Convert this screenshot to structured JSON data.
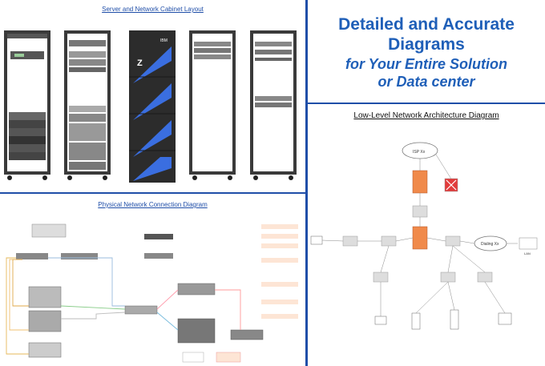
{
  "cabinet_section": {
    "title": "Server and Network Cabinet Layout"
  },
  "headline": {
    "line1": "Detailed and Accurate",
    "line2": "Diagrams",
    "line3": "for Your Entire Solution",
    "line4": "or Data center"
  },
  "lowlevel_section": {
    "title": "Low-Level Network Architecture Diagram"
  },
  "physical_section": {
    "title": "Physical Network Connection Diagram"
  },
  "rack_brand": {
    "text": "IBM",
    "mark": "Z"
  },
  "lld_labels": {
    "cloud_top": "ISP Xx",
    "cloud_right": "Dialing Xx",
    "lan": "LAN"
  },
  "colors": {
    "accent": "#1f4ea8",
    "headline": "#1f5fb8",
    "firewall": "#f08a4b",
    "router": "#e23b3b"
  }
}
